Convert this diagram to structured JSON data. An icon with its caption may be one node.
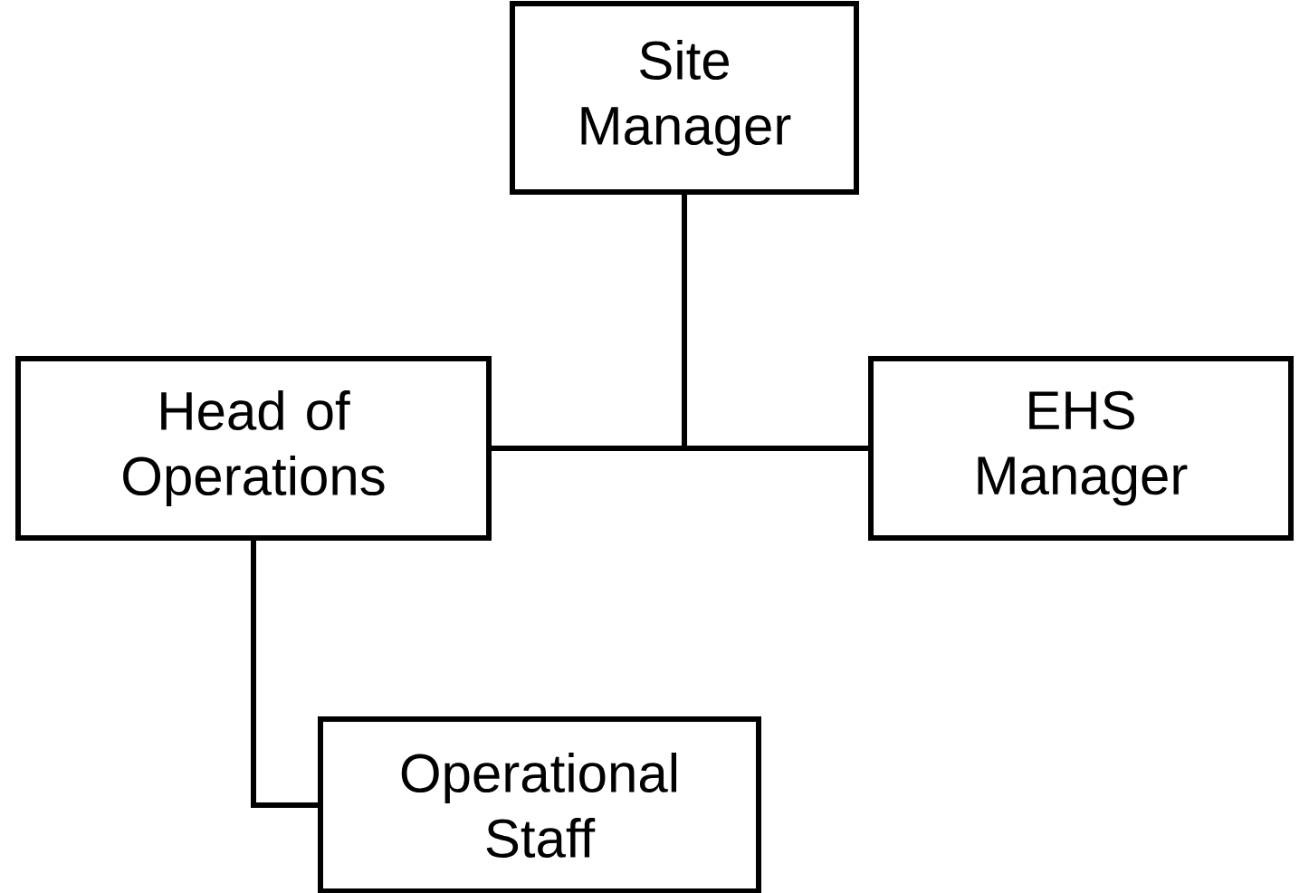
{
  "diagram": {
    "nodes": [
      {
        "text": [
          "Site Manager"
        ]
      },
      {
        "text": [
          "Head of Operations"
        ]
      },
      {
        "text": [
          "EHS Manager"
        ]
      },
      {
        "text": [
          "Operational Staff"
        ]
      }
    ],
    "edges": [
      {
        "from": 0,
        "to": 1,
        "arrow": "none"
      },
      {
        "from": 0,
        "to": 2,
        "arrow": "none"
      },
      {
        "from": 1,
        "to": 3,
        "arrow": "none"
      }
    ]
  }
}
